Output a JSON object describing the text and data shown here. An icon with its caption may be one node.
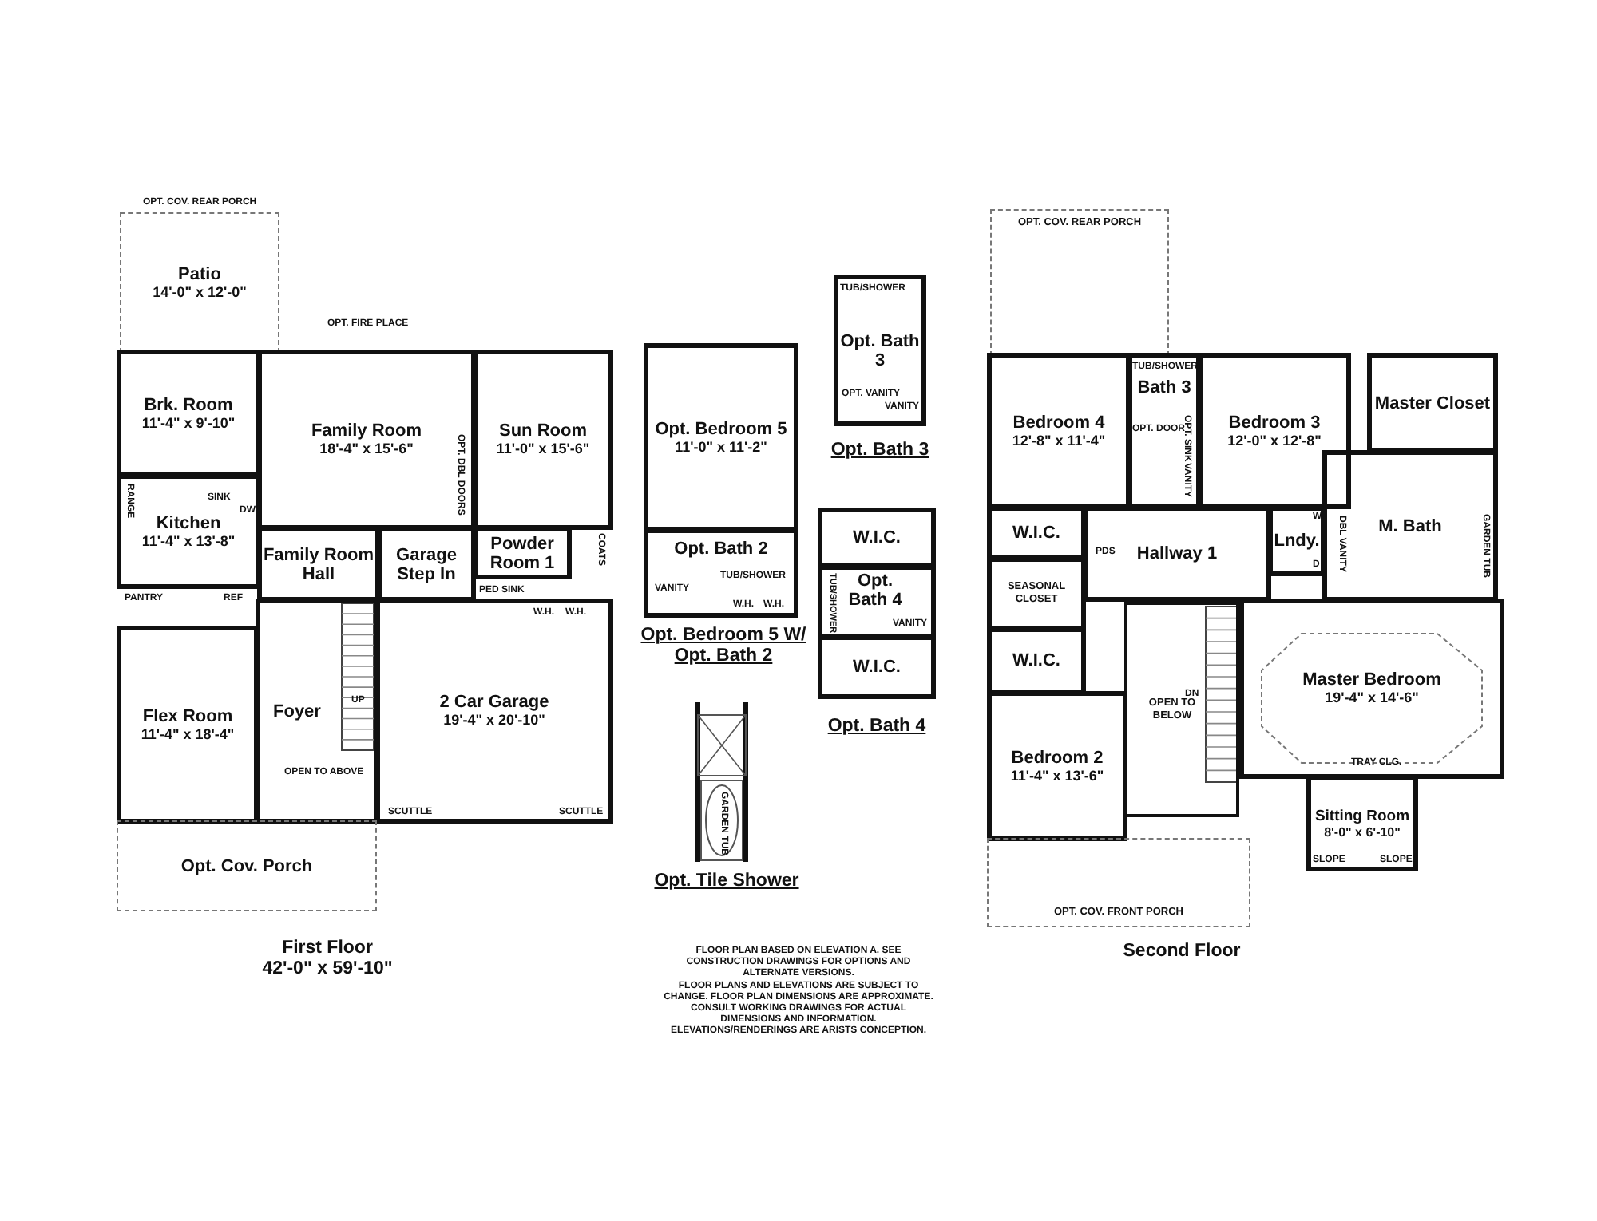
{
  "diagram": {
    "nodes": [
      {
        "text": [
          "Patio",
          "14'-0\" x 12'-0\""
        ],
        "beside": [
          "OPT. COV. REAR PORCH"
        ]
      },
      {
        "text": [
          "Brk. Room",
          "11'-4\" x 9'-10\""
        ]
      },
      {
        "text": [
          "Family Room",
          "18'-4\" x 15'-6\""
        ]
      },
      {
        "text": [
          "Sun Room",
          "11'-0\" x 15'-6\""
        ]
      },
      {
        "text": [
          "Kitchen",
          "11'-4\" x 13'-8\""
        ]
      },
      {
        "text": [
          "Family Room Hall"
        ]
      },
      {
        "text": [
          "Garage Step In"
        ]
      },
      {
        "text": [
          "Powder Room 1"
        ]
      },
      {
        "text": [
          "Flex Room",
          "11'-4\" x 18'-4\""
        ]
      },
      {
        "text": [
          "Foyer"
        ]
      },
      {
        "text": [
          "2 Car Garage",
          "19'-4\" x 20'-10\""
        ]
      },
      {
        "text": [
          "Opt. Cov. Porch"
        ]
      },
      {
        "text": [
          "Opt. Bedroom 5",
          "11'-0\" x 11'-2\""
        ]
      },
      {
        "text": [
          "Opt. Bath 2"
        ]
      },
      {
        "text": [
          "Opt. Bath 3"
        ]
      },
      {
        "text": [
          "W.I.C."
        ]
      },
      {
        "text": [
          "Opt. Bath 4"
        ]
      },
      {
        "text": [
          "W.I.C."
        ]
      },
      {
        "text": [
          "OPT. COV. REAR PORCH"
        ]
      },
      {
        "text": [
          "Bedroom 4",
          "12'-8\" x 11'-4\""
        ]
      },
      {
        "text": [
          "Bath 3"
        ]
      },
      {
        "text": [
          "Bedroom 3",
          "12'-0\" x 12'-8\""
        ]
      },
      {
        "text": [
          "Master Closet"
        ]
      },
      {
        "text": [
          "W.I.C."
        ]
      },
      {
        "text": [
          "Hallway 1"
        ]
      },
      {
        "text": [
          "Lndy."
        ]
      },
      {
        "text": [
          "M. Bath"
        ]
      },
      {
        "text": [
          "SEASONAL CLOSET"
        ]
      },
      {
        "text": [
          "W.I.C."
        ]
      },
      {
        "text": [
          "Bedroom 2",
          "11'-4\" x 13'-6\""
        ]
      },
      {
        "text": [
          "OPEN TO BELOW"
        ]
      },
      {
        "text": [
          "Master Bedroom",
          "19'-4\" x 14'-6\""
        ]
      },
      {
        "text": [
          "Sitting Room",
          "8'-0\" x 6'-10\""
        ]
      },
      {
        "text": [
          "OPT. COV. FRONT PORCH"
        ]
      }
    ],
    "labels": [
      "OPT. FIRE PLACE",
      "OPT. DBL DOORS",
      "RANGE",
      "SINK",
      "DW",
      "PANTRY",
      "REF",
      "PED SINK",
      "COATS",
      "W.H.",
      "W.H.",
      "UP",
      "OPEN TO ABOVE",
      "SCUTTLE",
      "SCUTTLE",
      "First Floor",
      "42'-0\" x 59'-10\"",
      "TUB/SHOWER",
      "OPT. VANITY",
      "VANITY",
      "Opt. Bath 3",
      "TUB/SHOWER",
      "VANITY",
      "W.H.",
      "W.H.",
      "Opt. Bedroom 5 W/ Opt. Bath 2",
      "TUB/SHOWER",
      "VANITY",
      "Opt. Bath 4",
      "GARDEN TUB",
      "Opt. Tile Shower",
      "FLOOR PLAN BASED ON ELEVATION A. SEE CONSTRUCTION DRAWINGS FOR OPTIONS AND ALTERNATE VERSIONS.",
      "FLOOR PLANS AND ELEVATIONS ARE SUBJECT TO CHANGE. FLOOR PLAN DIMENSIONS ARE APPROXIMATE. CONSULT WORKING DRAWINGS FOR ACTUAL DIMENSIONS AND INFORMATION. ELEVATIONS/RENDERINGS ARE ARISTS CONCEPTION.",
      "TUB/SHOWER",
      "OPT. DOOR",
      "OPT. SINK",
      "VANITY",
      "PDS",
      "W",
      "D",
      "DBL VANITY",
      "GARDEN TUB",
      "DN",
      "TRAY CLG.",
      "SLOPE",
      "SLOPE",
      "Second Floor"
    ]
  }
}
